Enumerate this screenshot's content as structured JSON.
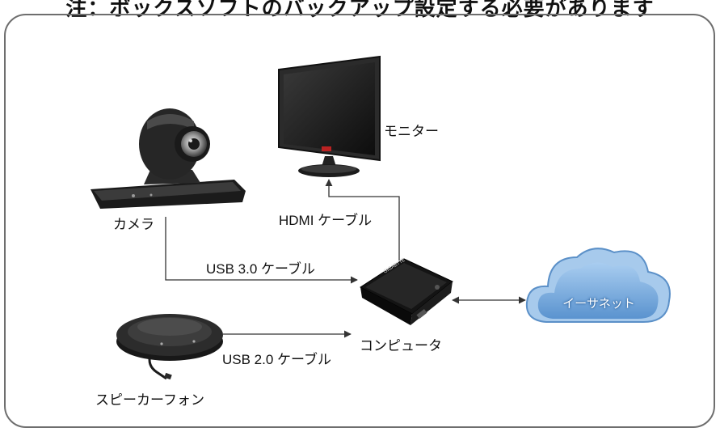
{
  "title": "注：ボックスソフトのバックアップ設定する必要があります",
  "devices": {
    "monitor": "モニター",
    "camera": "カメラ",
    "computer": "コンピュータ",
    "speakerphone": "スピーカーフォン",
    "network": "イーサネット"
  },
  "cables": {
    "hdmi": "HDMI ケーブル",
    "usb3": "USB 3.0 ケーブル",
    "usb2": "USB 2.0 ケーブル"
  },
  "brand_text": "GIGABYTE",
  "colors": {
    "frame": "#6e6e6e",
    "line": "#444444",
    "cloud_fill": "#7fb2e2",
    "cloud_stroke": "#4a86c4",
    "device_dark": "#1a1a1a"
  }
}
